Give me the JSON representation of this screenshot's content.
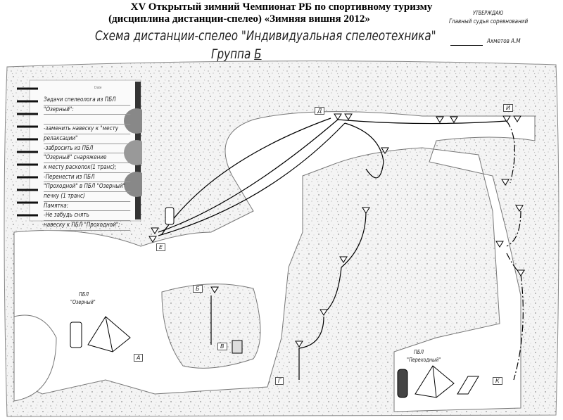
{
  "header": {
    "title_line1": "XV Открытый зимний Чемпионат РБ по спортивному туризму",
    "title_line2": "(дисциплина дистанции-спелео) «Зимняя вишня 2012»",
    "subtitle": "Схема дистанции-спелео \"Индивидуальная спелеотехника\"",
    "group_prefix": "Группа ",
    "group_letter": "Б"
  },
  "approval": {
    "line1": "УТВЕРЖДАЮ",
    "line2": "Главный судья соревнований",
    "line3": "Ахметов А.М"
  },
  "notebook": {
    "date_label": "Date",
    "lines": [
      "Задачи спелеолога из ПБЛ",
      "\"Озерный\":",
      "",
      "-заменить навеску к \"месту",
      "релаксации\"",
      "-забросить из ПБЛ",
      "\"Озерный\" снаряжение",
      "к месту раскопок(1 транс);",
      "-Перенести из ПБЛ",
      "\"Проходной\" в ПБЛ \"Озерный\"",
      "печку (1 транс)",
      "Памятка:",
      "-Не забудь снять",
      "навеску к ПБЛ \"Проходной\";"
    ]
  },
  "points": {
    "A": "А",
    "B": "Б",
    "V": "В",
    "G": "Г",
    "D": "Д",
    "E": "Е",
    "I": "И",
    "K": "К"
  },
  "camps": {
    "ozerny": {
      "line1": "ПБЛ",
      "line2": "\"Озерный\""
    },
    "perehodny": {
      "line1": "ПБЛ",
      "line2": "\"Переходный\""
    }
  }
}
